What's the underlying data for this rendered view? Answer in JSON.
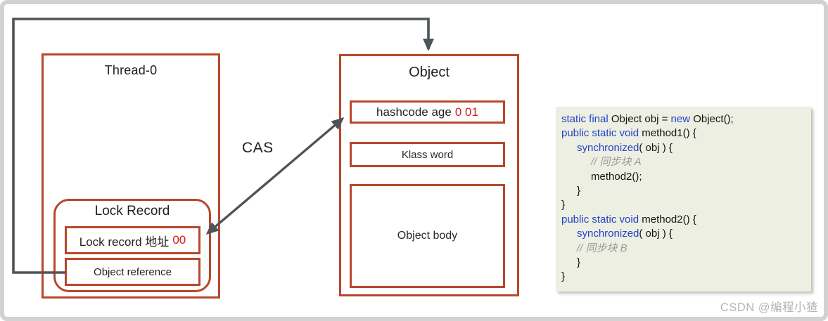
{
  "diagram": {
    "thread_box": {
      "title": "Thread-0"
    },
    "lock_record": {
      "title": "Lock Record",
      "address_label": "Lock record 地址",
      "address_value": "00",
      "reference_label": "Object reference"
    },
    "cas_label": "CAS",
    "object_box": {
      "title": "Object",
      "mark_word_label": "hashcode age",
      "mark_word_value": "0 01",
      "klass_label": "Klass word",
      "body_label": "Object body"
    }
  },
  "code_panel": {
    "lines": [
      {
        "indent": 0,
        "segments": [
          {
            "text": "static final",
            "type": "keyword"
          },
          {
            "text": " Object obj = ",
            "type": "plain"
          },
          {
            "text": "new",
            "type": "keyword"
          },
          {
            "text": " Object();",
            "type": "plain"
          }
        ]
      },
      {
        "indent": 0,
        "segments": [
          {
            "text": "public static void",
            "type": "keyword"
          },
          {
            "text": " method1() {",
            "type": "plain"
          }
        ]
      },
      {
        "indent": 1,
        "segments": [
          {
            "text": "synchronized",
            "type": "keyword"
          },
          {
            "text": "( obj ) {",
            "type": "plain"
          }
        ]
      },
      {
        "indent": 2,
        "segments": [
          {
            "text": "// 同步块 A",
            "type": "comment"
          }
        ]
      },
      {
        "indent": 2,
        "segments": [
          {
            "text": "method2();",
            "type": "plain"
          }
        ]
      },
      {
        "indent": 1,
        "segments": [
          {
            "text": "}",
            "type": "plain"
          }
        ]
      },
      {
        "indent": 0,
        "segments": [
          {
            "text": "}",
            "type": "plain"
          }
        ]
      },
      {
        "indent": 0,
        "segments": [
          {
            "text": "public static void",
            "type": "keyword"
          },
          {
            "text": " method2() {",
            "type": "plain"
          }
        ]
      },
      {
        "indent": 1,
        "segments": [
          {
            "text": "synchronized",
            "type": "keyword"
          },
          {
            "text": "( obj ) {",
            "type": "plain"
          }
        ]
      },
      {
        "indent": 1,
        "segments": [
          {
            "text": "// 同步块 B",
            "type": "comment"
          }
        ]
      },
      {
        "indent": 1,
        "segments": [
          {
            "text": "}",
            "type": "plain"
          }
        ]
      },
      {
        "indent": 0,
        "segments": [
          {
            "text": "}",
            "type": "plain"
          }
        ]
      }
    ]
  },
  "watermark": "CSDN @编程小猹",
  "colors": {
    "box_border": "#b8472c",
    "highlight_red": "#d01d1d",
    "arrow": "#4e5457",
    "keyword_blue": "#2343c8",
    "comment_gray": "#9a9a9a",
    "code_background": "#ecefe1",
    "frame_gray": "#d2d2d2",
    "watermark_gray": "#b5b5b5"
  }
}
